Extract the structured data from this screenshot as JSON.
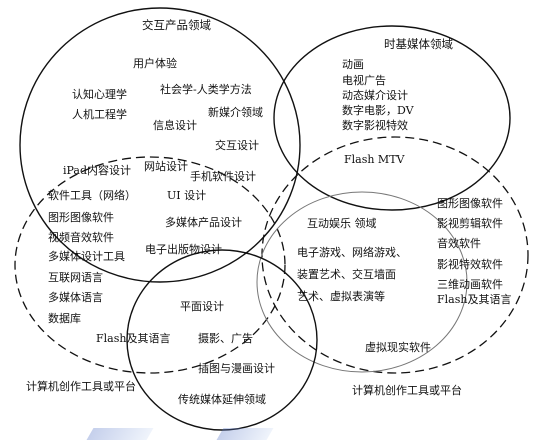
{
  "diagram": {
    "circle_labels": {
      "interaction": "交互产品领域",
      "time_media": "时基媒体领域",
      "left_tools": "计算机创作工具或平台",
      "right_tools": "计算机创作工具或平台",
      "traditional": "传统媒体延伸领域"
    },
    "items": {
      "user_experience": "用户体验",
      "cognitive_psychology": "认知心理学",
      "sociology_methods": "社会学-人类学方法",
      "ergonomics": "人机工程学",
      "new_media_field": "新媒介领域",
      "info_design": "信息设计",
      "interaction_design": "交互设计",
      "animation": "动画",
      "tv_ads": "电视广告",
      "dynamic_media_design": "动态媒介设计",
      "digital_film_dv": "数字电影，DV",
      "digital_vfx": "数字影视特效",
      "flash_mtv": "Flash MTV",
      "ipad_design": "iPad内容设计",
      "web_design": "网站设计",
      "mobile_design": "手机软件设计",
      "software_tools_web": "软件工具（网络）",
      "ui_design": "UI 设计",
      "graphic_software_left": "图形图像软件",
      "video_audio_software": "视频音效软件",
      "multimedia_tools": "多媒体设计工具",
      "multimedia_product_design": "多媒体产品设计",
      "internet_language": "互联网语言",
      "e_publishing": "电子出版物设计",
      "multimedia_language": "多媒体语言",
      "database": "数据库",
      "graphic_software_right": "图形图像软件",
      "video_edit_software": "影视剪辑软件",
      "sound_software": "音效软件",
      "vfx_software": "影视特效软件",
      "3d_animation_software": "三维动画软件",
      "flash_language_right": "Flash及其语言",
      "interactive_entertainment": "互动娱乐 领域",
      "games": "电子游戏、网络游戏、",
      "installation_art": "装置艺术、交互墙面",
      "art_virtual_performance": "艺术、虚拟表演等",
      "virtual_reality_software": "虚拟现实软件",
      "graphic_design": "平面设计",
      "flash_language_left": "Flash及其语言",
      "photo_ads": "摄影、广告",
      "illustration_comics": "插图与漫画设计"
    }
  }
}
